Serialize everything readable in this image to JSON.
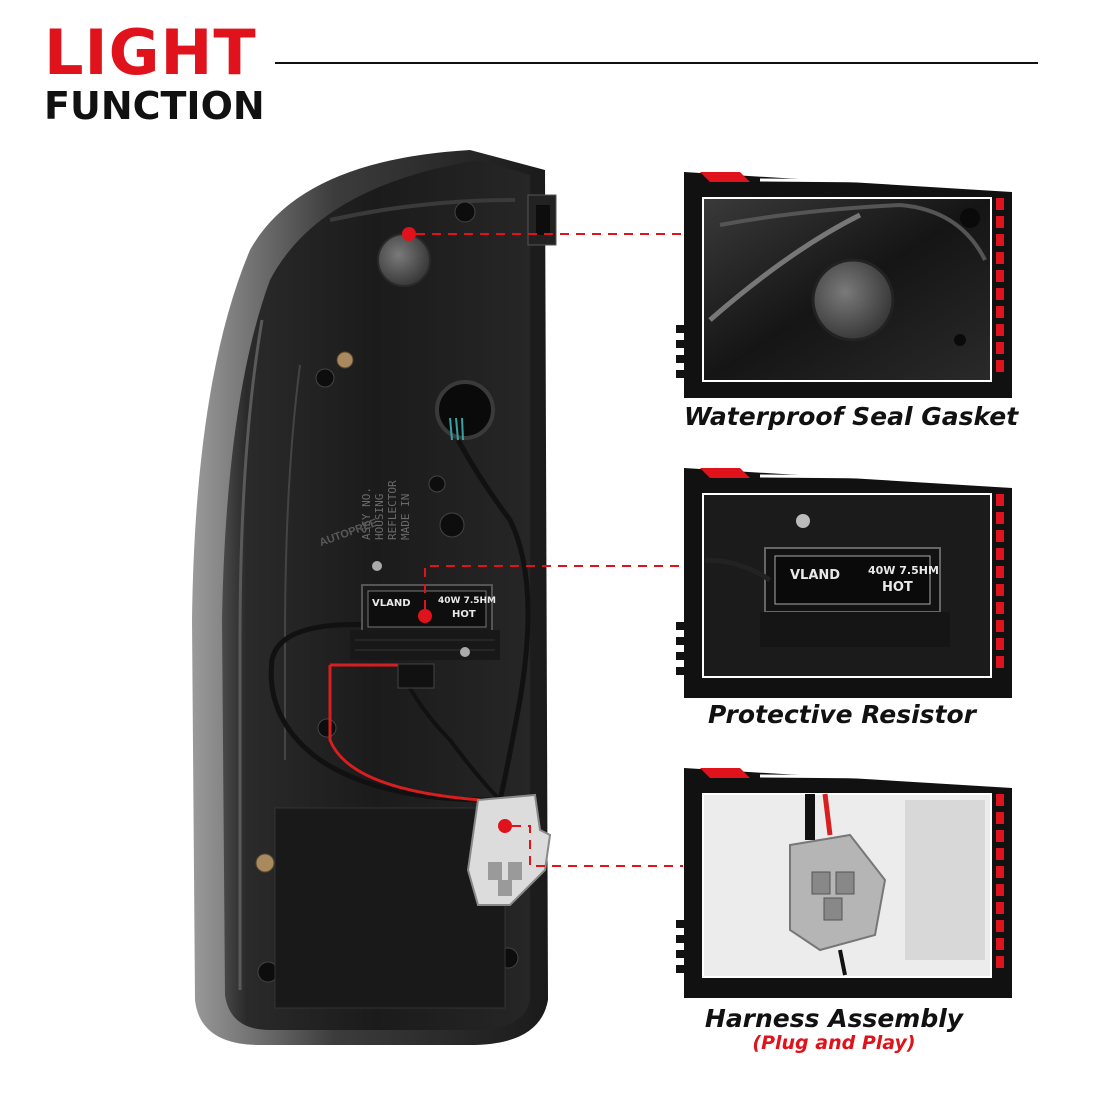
{
  "header": {
    "title_line1": "LIGHT",
    "title_line2": "FUNCTION"
  },
  "features": [
    {
      "label": "Waterproof Seal Gasket"
    },
    {
      "label": "Protective Resistor"
    },
    {
      "label": "Harness Assembly",
      "note": "(Plug and Play)"
    }
  ],
  "resistor": {
    "brand": "VLAND",
    "rating": "40W 7.5HM",
    "warning": "HOT"
  },
  "watermark": "AUTOPREE",
  "colors": {
    "accent": "#e0121b",
    "dark": "#111111",
    "housing": "#1e1e1e"
  }
}
